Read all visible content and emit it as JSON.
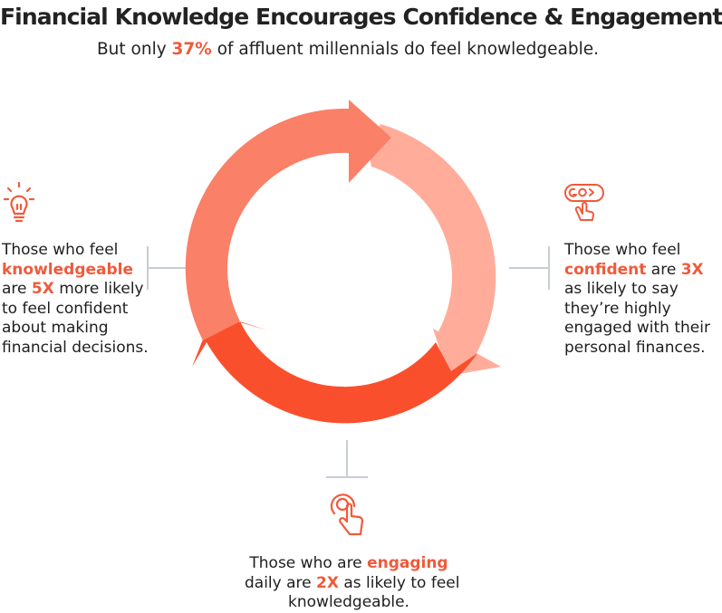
{
  "header": {
    "title": "Financial Knowledge Encourages Confidence & Engagement",
    "subtitle_pre": "But only ",
    "subtitle_highlight": "37%",
    "subtitle_post": " of affluent millennials do feel knowledgeable."
  },
  "colors": {
    "accent": "#f05a3a",
    "arc_top_left": "#fa8068",
    "arc_right": "#ffad9a",
    "arc_bottom": "#fa4f2c",
    "connector": "#c7ccd6"
  },
  "stats": {
    "left": {
      "icon": "lightbulb-icon",
      "lines": [
        [
          "Those who feel"
        ],
        [
          {
            "t": "knowledgeable",
            "h": true
          }
        ],
        [
          "are ",
          {
            "t": "5X",
            "h": true
          },
          " more likely"
        ],
        [
          "to feel confident"
        ],
        [
          "about making"
        ],
        [
          "financial decisions."
        ]
      ]
    },
    "right": {
      "icon": "go-button-icon",
      "lines": [
        [
          "Those who feel"
        ],
        [
          {
            "t": "confident",
            "h": true
          },
          " are ",
          {
            "t": "3X",
            "h": true
          }
        ],
        [
          "as likely to say"
        ],
        [
          "they’re highly"
        ],
        [
          "engaged with their"
        ],
        [
          "personal finances."
        ]
      ]
    },
    "bottom": {
      "icon": "tap-hand-icon",
      "lines": [
        [
          "Those who are ",
          {
            "t": "engaging",
            "h": true
          }
        ],
        [
          "daily are ",
          {
            "t": "2X",
            "h": true
          },
          " as likely to feel"
        ],
        [
          "knowledgeable."
        ]
      ]
    }
  }
}
